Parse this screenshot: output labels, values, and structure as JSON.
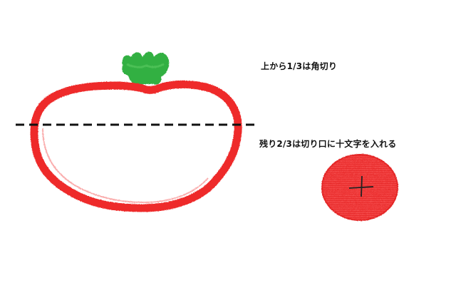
{
  "annotations": {
    "top_third": "上から1/3は角切り",
    "bottom_two_thirds": "残り2/3は切り口に十文字を入れる"
  },
  "colors": {
    "tomato_outline": "#ee2a2a",
    "tomato_fill_slice": "#ef3434",
    "stem": "#33b043",
    "cut_line": "#111111",
    "cross_mark": "#222222",
    "background": "#ffffff"
  },
  "icons": {
    "tomato": "tomato-outline-icon",
    "stem": "stem-icon",
    "cut_line": "dashed-cut-line",
    "slice": "tomato-slice-icon",
    "cross": "cross-cut-mark-icon"
  }
}
